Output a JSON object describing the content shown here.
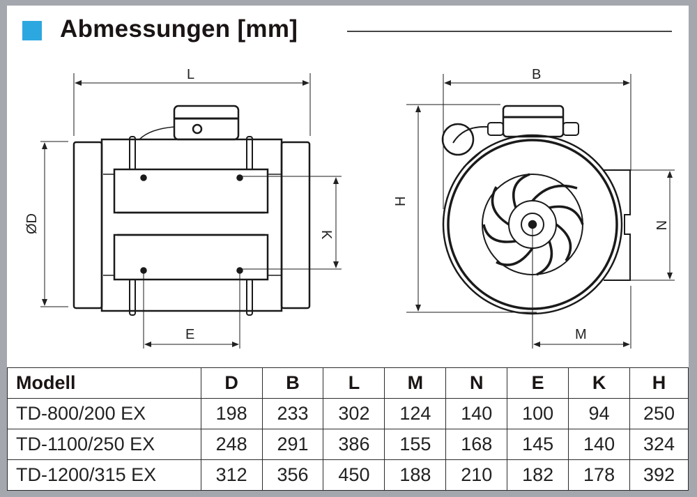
{
  "header": {
    "title": "Abmessungen [mm]",
    "accent_color": "#2da7e0"
  },
  "drawings": {
    "side_view": {
      "labels": {
        "length": "L",
        "diameter": "ØD",
        "bracket_height": "K",
        "bracket_spacing": "E"
      }
    },
    "front_view": {
      "labels": {
        "width": "B",
        "height": "H",
        "outlet_height": "N",
        "offset": "M"
      }
    }
  },
  "table": {
    "columns": [
      "Modell",
      "D",
      "B",
      "L",
      "M",
      "N",
      "E",
      "K",
      "H"
    ],
    "rows": [
      {
        "model": "TD-800/200 EX",
        "D": "198",
        "B": "233",
        "L": "302",
        "M": "124",
        "N": "140",
        "E": "100",
        "K": "94",
        "H": "250"
      },
      {
        "model": "TD-1100/250 EX",
        "D": "248",
        "B": "291",
        "L": "386",
        "M": "155",
        "N": "168",
        "E": "145",
        "K": "140",
        "H": "324"
      },
      {
        "model": "TD-1200/315 EX",
        "D": "312",
        "B": "356",
        "L": "450",
        "M": "188",
        "N": "210",
        "E": "182",
        "K": "178",
        "H": "392"
      }
    ]
  }
}
